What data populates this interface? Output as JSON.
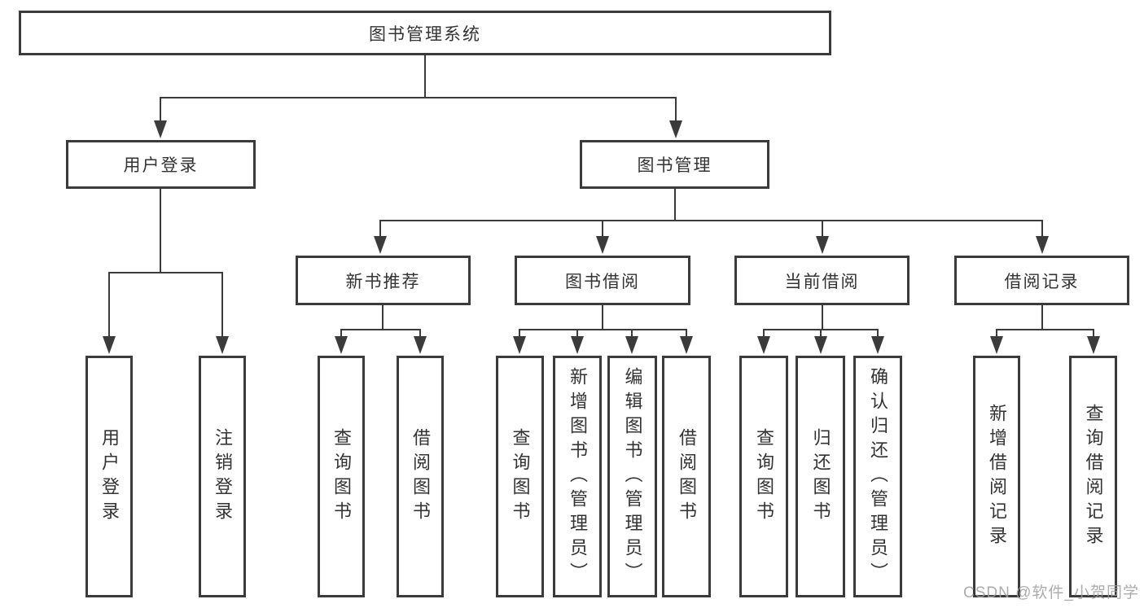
{
  "diagram": {
    "title": "图书管理系统",
    "watermark": "CSDN @软件_小贺同学",
    "colors": {
      "line": "#3b3b3b",
      "box_border": "#3b3b3b",
      "text": "#333333",
      "watermark": "#9e9e9e",
      "background": "#ffffff"
    },
    "nodes": {
      "root": {
        "label": "图书管理系统"
      },
      "user_login": {
        "label": "用户登录"
      },
      "book_mgmt": {
        "label": "图书管理"
      },
      "new_book_rec": {
        "label": "新书推荐"
      },
      "book_borrow": {
        "label": "图书借阅"
      },
      "current_borrow": {
        "label": "当前借阅"
      },
      "borrow_records": {
        "label": "借阅记录"
      },
      "leaf_user_login": {
        "label": "用户登录"
      },
      "leaf_logout": {
        "label": "注销登录"
      },
      "leaf_query_books_rec": {
        "label": "查询图书"
      },
      "leaf_borrow_books_rec": {
        "label": "借阅图书"
      },
      "leaf_query_books_borrow": {
        "label": "查询图书"
      },
      "leaf_add_books": {
        "label": "新增图书（管理员）"
      },
      "leaf_edit_books": {
        "label": "编辑图书（管理员）"
      },
      "leaf_borrow_books": {
        "label": "借阅图书"
      },
      "leaf_query_books_current": {
        "label": "查询图书"
      },
      "leaf_return_books": {
        "label": "归还图书"
      },
      "leaf_confirm_return": {
        "label": "确认归还（管理员）"
      },
      "leaf_add_borrow_record": {
        "label": "新增借阅记录"
      },
      "leaf_query_borrow_record": {
        "label": "查询借阅记录"
      }
    },
    "hierarchy_note": "图书管理系统 → (用户登录, 图书管理); 用户登录 → (用户登录, 注销登录); 图书管理 → (新书推荐, 图书借阅, 当前借阅, 借阅记录)"
  }
}
